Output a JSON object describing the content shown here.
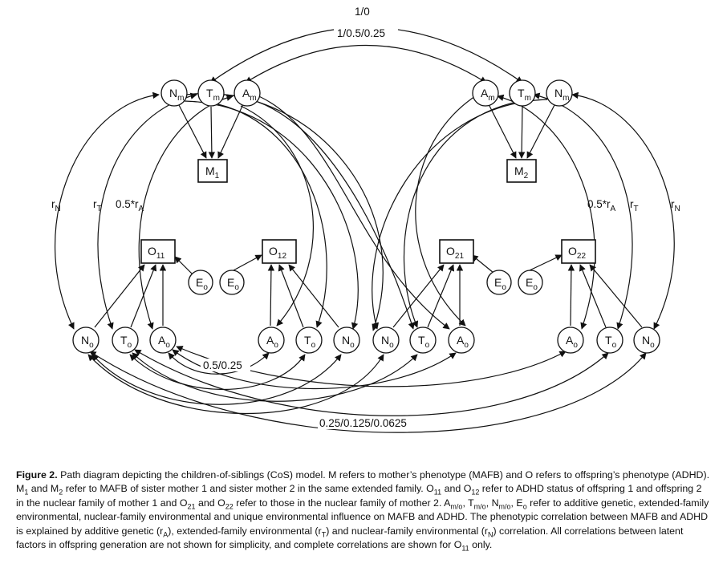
{
  "nodes": [
    {
      "id": "Nm1",
      "base": "N",
      "sub": "m",
      "shape": "circle"
    },
    {
      "id": "Tm1",
      "base": "T",
      "sub": "m",
      "shape": "circle"
    },
    {
      "id": "Am1",
      "base": "A",
      "sub": "m",
      "shape": "circle"
    },
    {
      "id": "Am2",
      "base": "A",
      "sub": "m",
      "shape": "circle"
    },
    {
      "id": "Tm2",
      "base": "T",
      "sub": "m",
      "shape": "circle"
    },
    {
      "id": "Nm2",
      "base": "N",
      "sub": "m",
      "shape": "circle"
    },
    {
      "id": "M1",
      "base": "M",
      "sub": "1",
      "shape": "box"
    },
    {
      "id": "M2",
      "base": "M",
      "sub": "2",
      "shape": "box"
    },
    {
      "id": "O11",
      "base": "O",
      "sub": "11",
      "shape": "box"
    },
    {
      "id": "O12",
      "base": "O",
      "sub": "12",
      "shape": "box"
    },
    {
      "id": "O21",
      "base": "O",
      "sub": "21",
      "shape": "box"
    },
    {
      "id": "O22",
      "base": "O",
      "sub": "22",
      "shape": "box"
    },
    {
      "id": "E11",
      "base": "E",
      "sub": "o",
      "shape": "circle"
    },
    {
      "id": "E12",
      "base": "E",
      "sub": "o",
      "shape": "circle"
    },
    {
      "id": "E21",
      "base": "E",
      "sub": "o",
      "shape": "circle"
    },
    {
      "id": "E22",
      "base": "E",
      "sub": "o",
      "shape": "circle"
    },
    {
      "id": "N11",
      "base": "N",
      "sub": "o",
      "shape": "circle"
    },
    {
      "id": "T11",
      "base": "T",
      "sub": "o",
      "shape": "circle"
    },
    {
      "id": "A11",
      "base": "A",
      "sub": "o",
      "shape": "circle"
    },
    {
      "id": "A12",
      "base": "A",
      "sub": "o",
      "shape": "circle"
    },
    {
      "id": "T12",
      "base": "T",
      "sub": "o",
      "shape": "circle"
    },
    {
      "id": "N12",
      "base": "N",
      "sub": "o",
      "shape": "circle"
    },
    {
      "id": "N21",
      "base": "N",
      "sub": "o",
      "shape": "circle"
    },
    {
      "id": "T21",
      "base": "T",
      "sub": "o",
      "shape": "circle"
    },
    {
      "id": "A21",
      "base": "A",
      "sub": "o",
      "shape": "circle"
    },
    {
      "id": "A22",
      "base": "A",
      "sub": "o",
      "shape": "circle"
    },
    {
      "id": "T22",
      "base": "T",
      "sub": "o",
      "shape": "circle"
    },
    {
      "id": "N22",
      "base": "N",
      "sub": "o",
      "shape": "circle"
    }
  ],
  "edge_labels": {
    "top_outer": "1/0",
    "top_inner": "1/0.5/0.25",
    "rN_left": "r",
    "rN_left_sub": "N",
    "rT_left": "r",
    "rT_left_sub": "T",
    "rA_left_pre": "0.5*r",
    "rA_left_sub": "A",
    "rA_right_pre": "0.5*r",
    "rA_right_sub": "A",
    "rT_right": "r",
    "rT_right_sub": "T",
    "rN_right": "r",
    "rN_right_sub": "N",
    "sib_corr": "0.5/0.25",
    "cousin_corr": "0.25/0.125/0.0625"
  },
  "caption": {
    "figure_label": "Figure 2.",
    "p1": " Path diagram depicting the children-of-siblings (CoS) model. M refers to mother’s phenotype (MAFB) and O refers to offspring’s phenotype (ADHD). M",
    "s1": "1",
    "p2": " and M",
    "s2": "2",
    "p3": " refer to MAFB of sister mother 1 and sister mother 2 in the same extended family. O",
    "s3": "11",
    "p4": " and O",
    "s4": "12",
    "p5": " refer to ADHD status of offspring 1 and offspring 2 in the nuclear family of mother 1 and O",
    "s5": "21",
    "p6": " and O",
    "s6": "22",
    "p7": " refer to those in the nuclear family of mother 2. A",
    "s7": "m/o",
    "p8": ", T",
    "s8": "m/o",
    "p9": ", N",
    "s9": "m/o",
    "p10": ", E",
    "s10": "o",
    "p11": " refer to additive genetic, extended-family environmental, nuclear-family environmental and unique environmental influence on MAFB and ADHD. The phenotypic correlation between MAFB and ADHD is explained by additive genetic (r",
    "s11": "A",
    "p12": "), extended-family environmental (r",
    "s12": "T",
    "p13": ") and nuclear-family environmental (r",
    "s13": "N",
    "p14": ") correlation. All correlations between latent factors in offspring generation are not shown for simplicity, and complete correlations are shown for O",
    "s14": "11",
    "p15": " only."
  }
}
